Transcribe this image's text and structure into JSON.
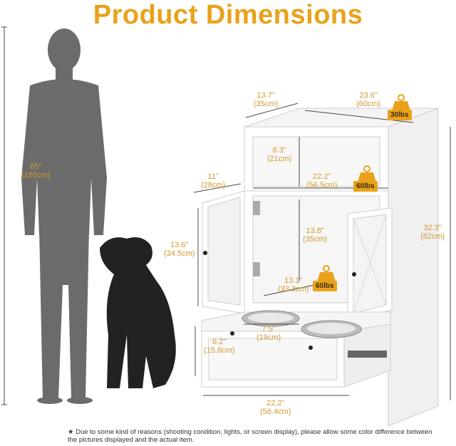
{
  "title": "Product Dimensions",
  "dimensions": {
    "person_height": [
      "65\"",
      "(165cm)"
    ],
    "top_depth": [
      "13.7\"",
      "(35cm)"
    ],
    "top_width": [
      "23.6\"",
      "(60cm)"
    ],
    "shelf_height": [
      "8.3\"",
      "(21cm)"
    ],
    "cabinet_depth": [
      "11\"",
      "(28cm)"
    ],
    "inner_width": [
      "22.2\"",
      "(56.5cm)"
    ],
    "door_height": [
      "13.6\"",
      "(34.5cm)"
    ],
    "inner_height": [
      "13.8\"",
      "(35cm)"
    ],
    "inner_depth": [
      "13.1\"",
      "(33.3cm)"
    ],
    "total_height": [
      "32.3\"",
      "(82cm)"
    ],
    "bowl_spacing": [
      "7.5\"",
      "(19cm)"
    ],
    "drawer_height": [
      "6.2\"",
      "(15.8cm)"
    ],
    "drawer_width": [
      "22.2\"",
      "(56.4cm)"
    ]
  },
  "weights": {
    "top": "30lbs",
    "shelf": "60lbs",
    "cabinet": "60lbs"
  },
  "note": "Due to some kind of reasons (shooting condition, lights, or screen display), please allow some color difference between the pictures displayed and the actual item.",
  "colors": {
    "accent": "#e9a21a",
    "silhouette": "#6b6b6b",
    "dim_line": "#4a4a4a"
  }
}
